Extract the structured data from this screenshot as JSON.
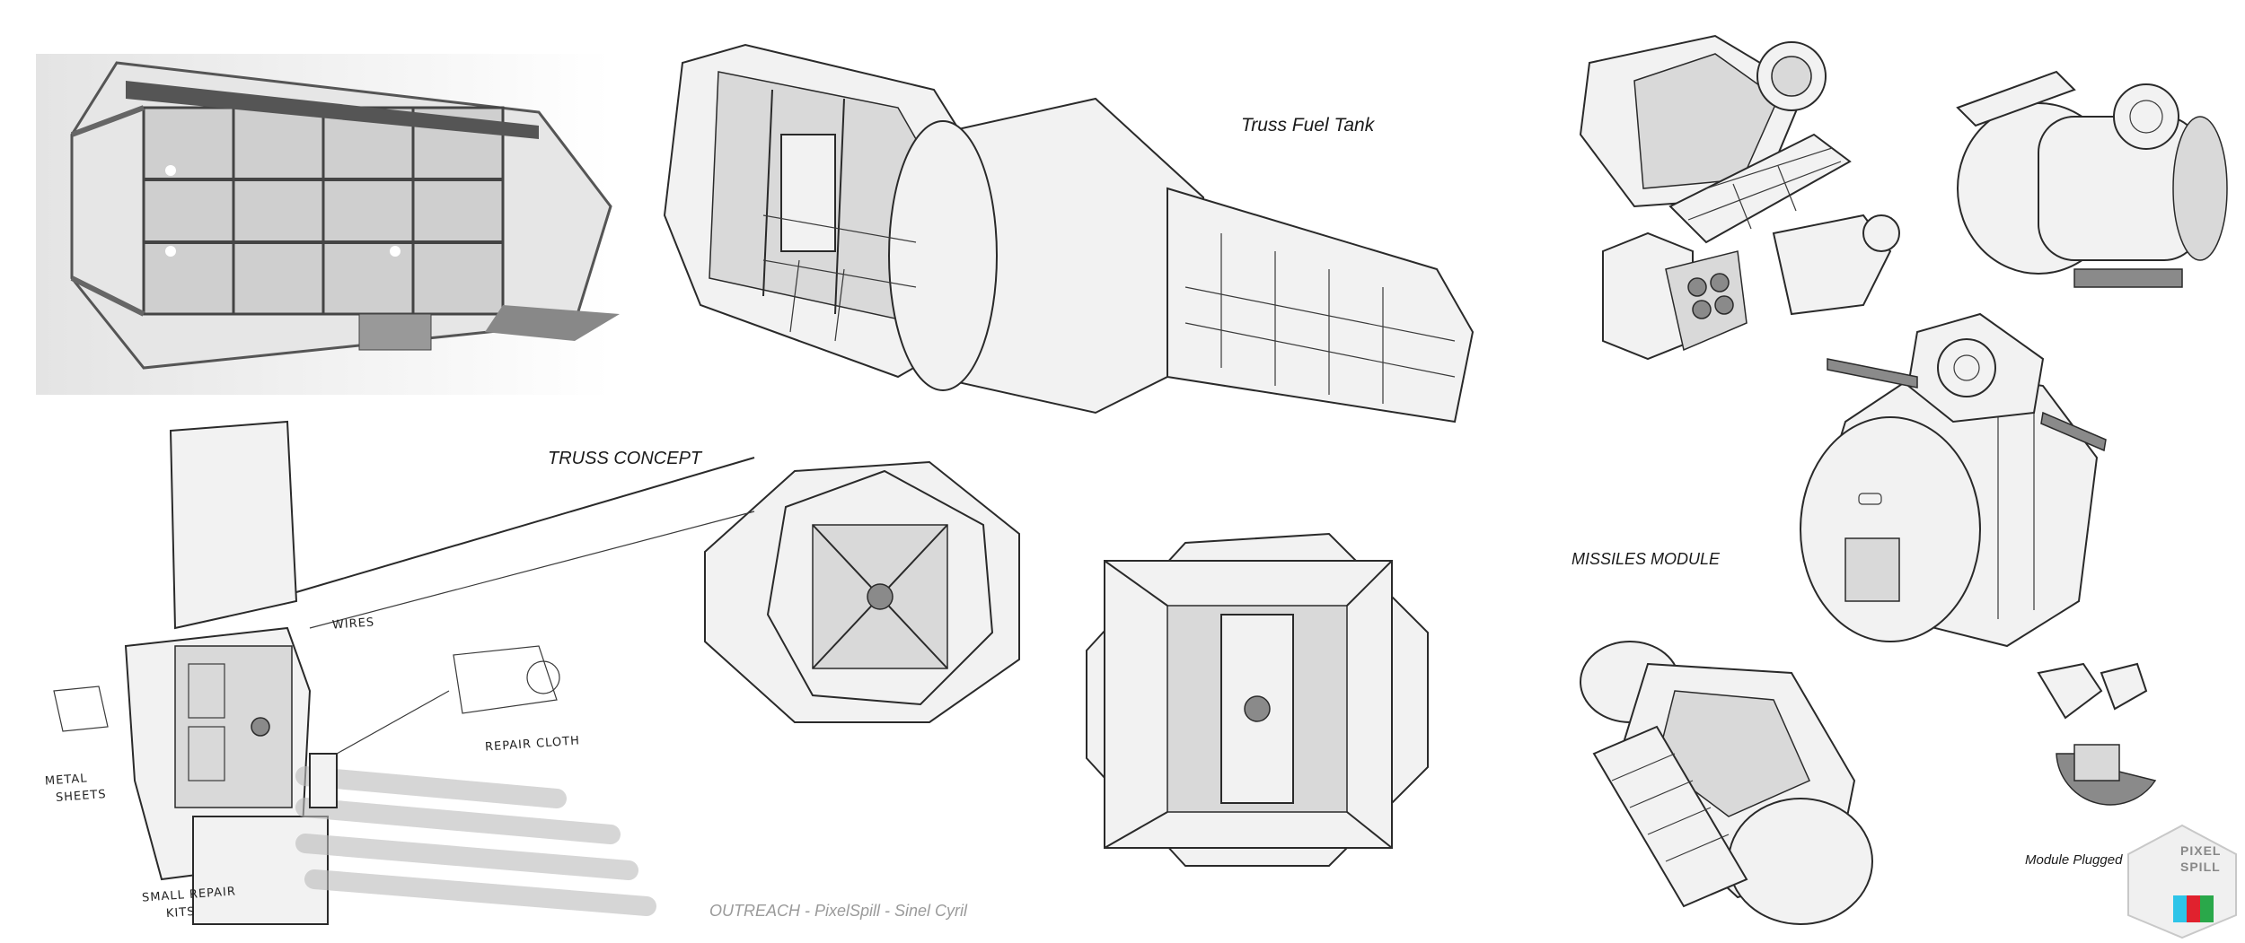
{
  "labels": {
    "truss_fuel_tank": "Truss Fuel Tank",
    "truss_concept": "TRUSS CONCEPT",
    "missiles_module": "MISSILES MODULE",
    "module_plugged": "Module Plugged",
    "credits": "OUTREACH - PixelSpill - Sinel Cyril"
  },
  "sketch_notes": {
    "wires": "WIRES",
    "repair_cloth": "REPAIR CLOTH",
    "metal_sheets_line1": "METAL",
    "metal_sheets_line2": "SHEETS",
    "small_repair_line1": "SMALL REPAIR",
    "small_repair_line2": "KITS"
  },
  "logo": {
    "text_line1": "PIXEL",
    "text_line2": "SPILL",
    "colors": [
      "#2ec4e8",
      "#e0222e",
      "#2aa84a"
    ]
  },
  "colors": {
    "background": "#ffffff",
    "ink": "#2a2a2a",
    "credits": "#9a9a9a"
  }
}
